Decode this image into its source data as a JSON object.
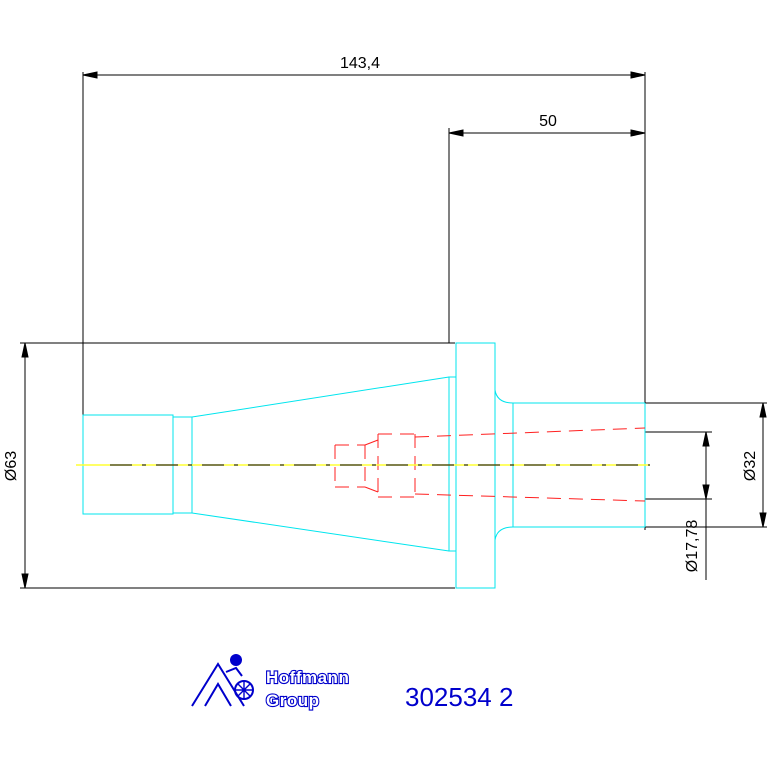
{
  "drawing": {
    "dimensions": {
      "overall_length": "143,4",
      "shank_length": "50",
      "flange_diameter": "Ø63",
      "shank_diameter": "Ø32",
      "bore_diameter": "Ø17,78"
    },
    "logo": {
      "line1": "Hoffmann",
      "line2": "Group"
    },
    "part_number": "302534 2",
    "colors": {
      "dimension_lines": "#000000",
      "part_outline": "#00e5ee",
      "hidden_lines": "#ff2020",
      "center_line": "#ffff33",
      "logo": "#0000cc"
    }
  }
}
